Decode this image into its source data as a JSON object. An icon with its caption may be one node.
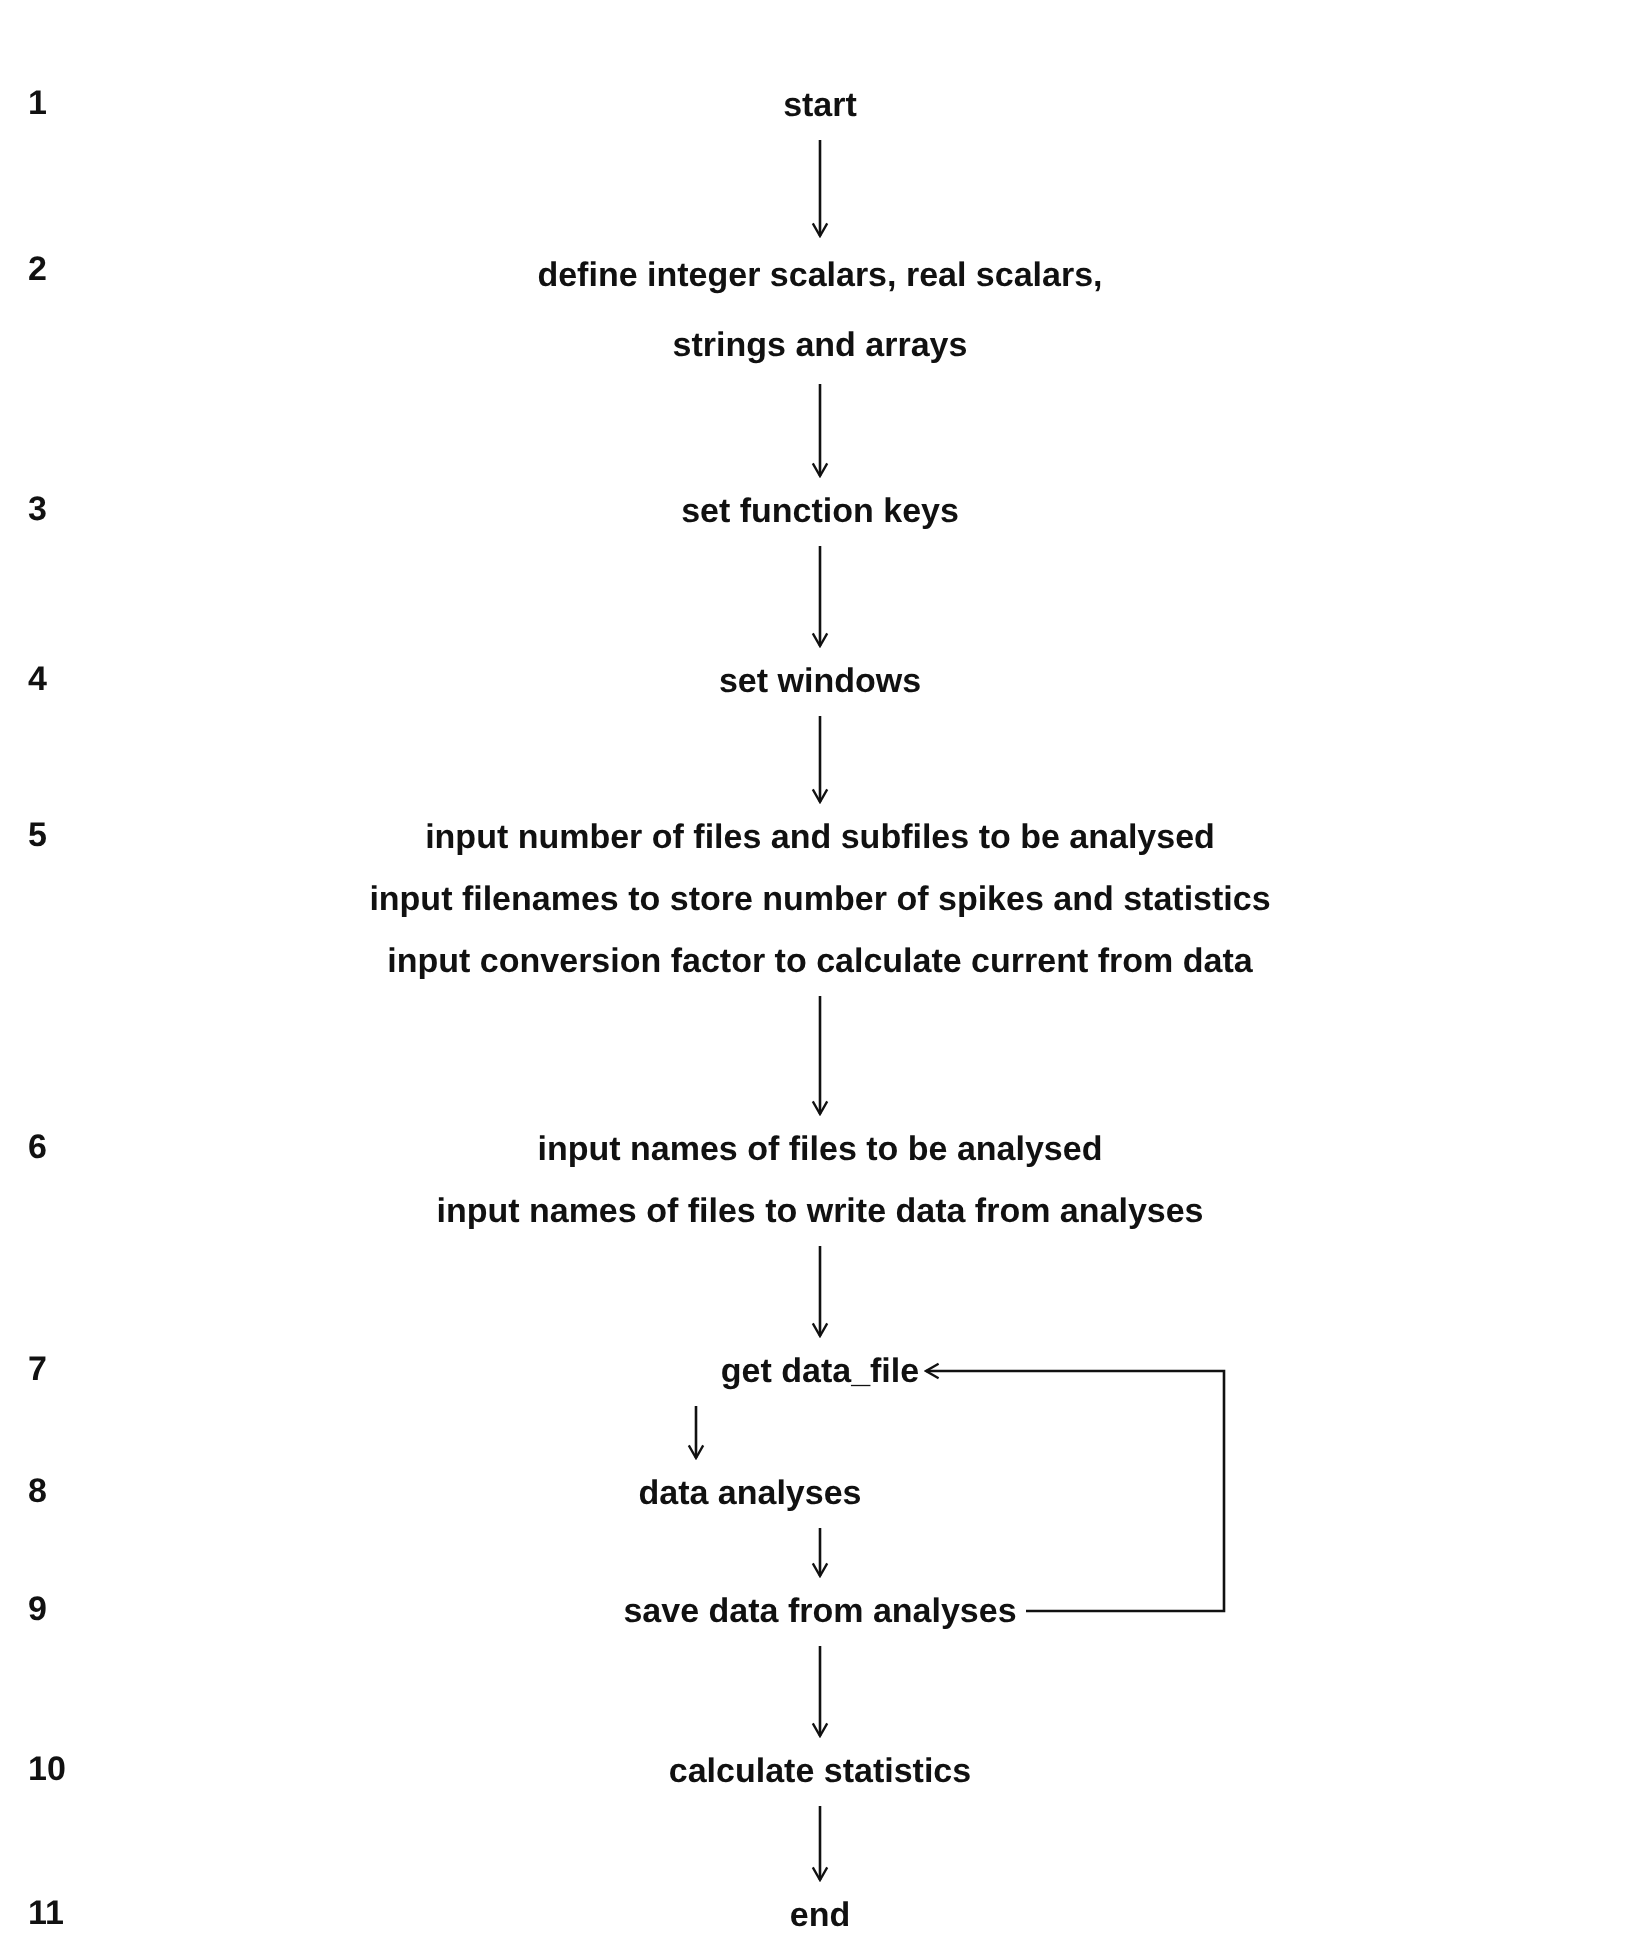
{
  "diagram": {
    "nodes": [
      {
        "text": [
          "start"
        ]
      },
      {
        "text": [
          "define integer scalars, real scalars, strings and arrays"
        ]
      },
      {
        "text": [
          "set function keys"
        ]
      },
      {
        "text": [
          "set windows"
        ]
      },
      {
        "text": [
          "input number of files and subfiles to be analysed",
          "input filenames to store number of spikes and statistics",
          "input conversion factor to calculate current from data"
        ]
      },
      {
        "text": [
          "input names of files to be analysed",
          "input names of files to write data from analyses"
        ]
      },
      {
        "text": [
          "get data_file"
        ]
      },
      {
        "text": [
          "data analyses"
        ]
      },
      {
        "text": [
          "save data from analyses"
        ]
      },
      {
        "text": [
          "calculate statistics"
        ]
      },
      {
        "text": [
          "end"
        ]
      }
    ],
    "edges": [
      {
        "from": 0,
        "to": 1,
        "arrow": "to"
      },
      {
        "from": 1,
        "to": 2,
        "arrow": "to"
      },
      {
        "from": 2,
        "to": 3,
        "arrow": "to"
      },
      {
        "from": 3,
        "to": 4,
        "arrow": "to"
      },
      {
        "from": 4,
        "to": 5,
        "arrow": "to"
      },
      {
        "from": 5,
        "to": 6,
        "arrow": "to"
      },
      {
        "from": 6,
        "to": 7,
        "arrow": "to"
      },
      {
        "from": 7,
        "to": 8,
        "arrow": "to"
      },
      {
        "from": 8,
        "to": 6,
        "arrow": "to"
      },
      {
        "from": 8,
        "to": 9,
        "arrow": "to"
      },
      {
        "from": 9,
        "to": 10,
        "arrow": "to"
      }
    ],
    "labels": [
      "1",
      "2",
      "3",
      "4",
      "5",
      "6",
      "7",
      "8",
      "9",
      "10",
      "11"
    ]
  }
}
